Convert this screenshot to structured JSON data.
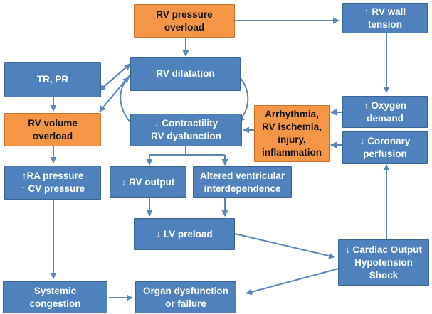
{
  "nodes": {
    "rv_pressure_overload": [
      "RV pressure",
      "overload"
    ],
    "rv_wall_tension": [
      "↑ RV wall",
      "tension"
    ],
    "tr_pr": [
      "TR, PR"
    ],
    "rv_dilatation": [
      "RV dilatation"
    ],
    "oxygen_demand": [
      "↑ Oxygen",
      "demand"
    ],
    "rv_volume_overload": [
      "RV volume",
      "overload"
    ],
    "contractility": [
      "↓ Contractility",
      "RV dysfunction"
    ],
    "arrhythmia": [
      "Arrhythmia,",
      "RV ischemia,",
      "injury,",
      "inflammation"
    ],
    "coronary_perfusion": [
      "↓ Coronary",
      "perfusion"
    ],
    "ra_cv_pressure": [
      "↑RA pressure",
      "↑ CV pressure"
    ],
    "rv_output": [
      "↓ RV output"
    ],
    "ventricular_interdependence": [
      "Altered ventricular",
      "interdependence"
    ],
    "lv_preload": [
      "↓ LV preload"
    ],
    "cardiac_output": [
      "↓ Cardiac Output",
      "Hypotension",
      "Shock"
    ],
    "systemic_congestion": [
      "Systemic",
      "congestion"
    ],
    "organ_dysfunction": [
      "Organ dysfunction",
      "or failure"
    ]
  },
  "colors": {
    "node_blue": "#4f81bd",
    "node_orange": "#f79646",
    "arrow": "#5b86b8"
  }
}
